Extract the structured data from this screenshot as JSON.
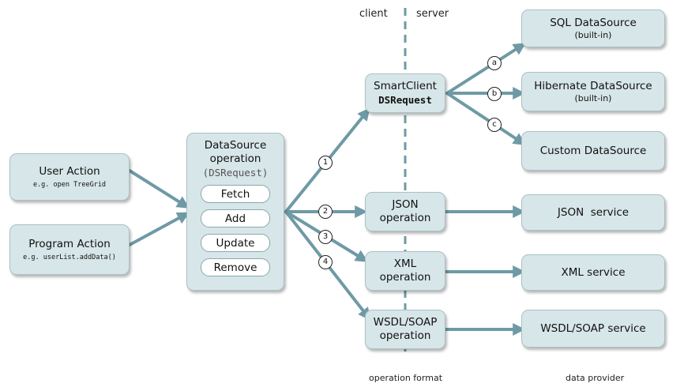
{
  "headers": {
    "client": "client",
    "server": "server"
  },
  "footers": {
    "operation_format": "operation format",
    "data_provider": "data provider"
  },
  "user_action": {
    "title": "User Action",
    "example": "e.g. open TreeGrid"
  },
  "program_action": {
    "title": "Program Action",
    "example": "e.g. userList.addData()"
  },
  "datasource_operation": {
    "title_line1": "DataSource",
    "title_line2": "operation",
    "request": "(DSRequest)",
    "operations": [
      "Fetch",
      "Add",
      "Update",
      "Remove"
    ]
  },
  "operation_formats": [
    {
      "line1": "SmartClient",
      "line2": "DSRequest"
    },
    {
      "line1": "JSON",
      "line2": "operation"
    },
    {
      "line1": "XML",
      "line2": "operation"
    },
    {
      "line1": "WSDL/SOAP",
      "line2": "operation"
    }
  ],
  "route_markers": [
    "1",
    "2",
    "3",
    "4"
  ],
  "datasource_markers": [
    "a",
    "b",
    "c"
  ],
  "data_providers": {
    "sql": {
      "title": "SQL DataSource",
      "note": "(built-in)"
    },
    "hibernate": {
      "title": "Hibernate DataSource",
      "note": "(built-in)"
    },
    "custom": {
      "title": "Custom DataSource"
    },
    "json": {
      "title": "JSON  service"
    },
    "xml": {
      "title": "XML service"
    },
    "wsdl": {
      "title": "WSDL/SOAP service"
    }
  },
  "colors": {
    "arrow": "#6e9aa5",
    "box_fill": "#d7e6e8",
    "divider": "#6e9aa5"
  }
}
